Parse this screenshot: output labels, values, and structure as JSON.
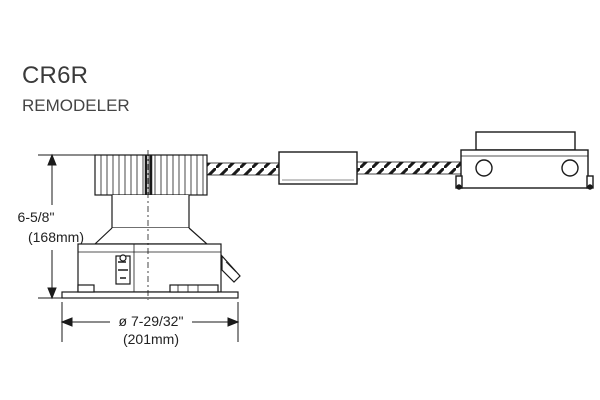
{
  "product": {
    "model": "CR6R",
    "type": "REMODELER"
  },
  "dimensions": {
    "height_imperial": "6-5/8\"",
    "height_metric": "(168mm)",
    "diameter_imperial": "ø 7-29/32\"",
    "diameter_metric": "(201mm)"
  },
  "colors": {
    "line": "#1a1a1a",
    "text": "#222222"
  }
}
